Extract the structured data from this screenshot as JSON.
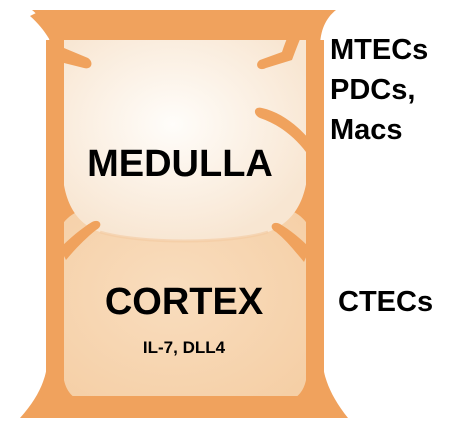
{
  "regions": {
    "medulla": "MEDULLA",
    "cortex": "CORTEX",
    "cortex_factors": "IL-7, DLL4"
  },
  "cell_types": {
    "medulla": [
      "MTECs",
      "PDCs,",
      "Macs"
    ],
    "cortex": "CTECs"
  },
  "colors": {
    "capsule": "#f0a25d",
    "medulla_fill": "#fdf6ee",
    "medulla_glow": "#fffdfa",
    "cortex_fill": "#f8dcbd",
    "text": "#000000"
  }
}
